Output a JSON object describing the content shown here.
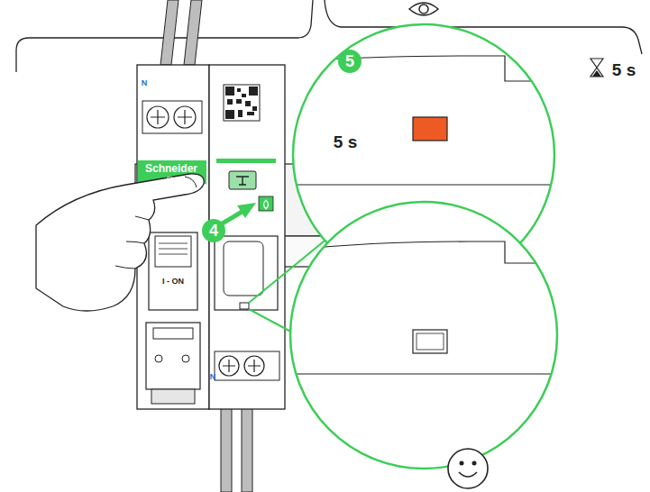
{
  "diagram": {
    "labels": [
      "N",
      "Schneider",
      "Electric",
      "5 s",
      "4",
      "I - ON",
      "5",
      "5 s",
      "N"
    ]
  }
}
